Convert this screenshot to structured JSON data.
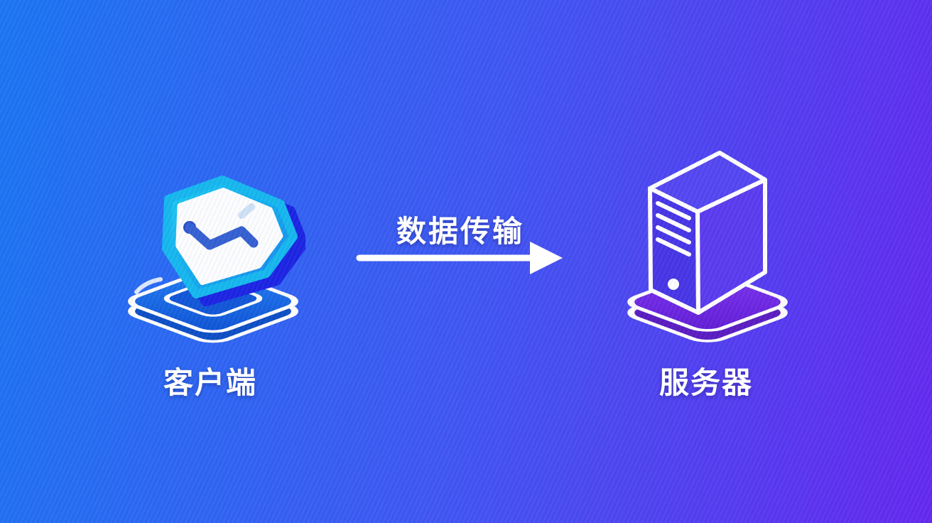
{
  "background": {
    "gradient_left": "#1b76f4",
    "gradient_middle": "#3f58f3",
    "gradient_right": "#6529f0"
  },
  "client": {
    "label": "客户端",
    "icon": "shield-on-platform",
    "shield_rim_color": "#16b8ef",
    "shield_back_color": "#1d24e4",
    "shield_face_color": "#ffffff",
    "shield_mark_color": "#3560d2",
    "platform_color": "#1766ea",
    "platform_outline_color": "#ffffff"
  },
  "server": {
    "label": "服务器",
    "icon": "server-tower-on-platform",
    "tower_outline_color": "#ffffff",
    "platform_color": "#7a30f0",
    "platform_outline_color": "#ffffff"
  },
  "connection": {
    "label": "数据传输",
    "direction": "left-to-right",
    "arrow_color": "#ffffff"
  }
}
